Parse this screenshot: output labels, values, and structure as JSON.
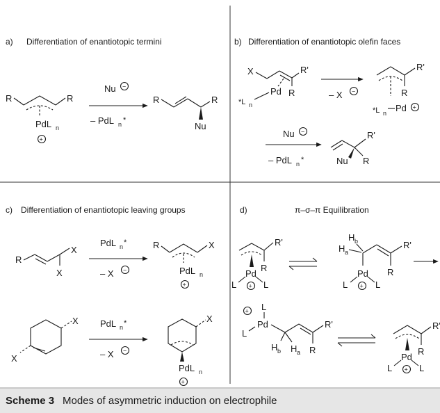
{
  "panels": {
    "a": {
      "letter": "a)",
      "title": "Differentiation of enantiotopic termini"
    },
    "b": {
      "letter": "b)",
      "title": "Differentiation of enantiotopic olefin faces"
    },
    "c": {
      "letter": "c)",
      "title": "Differentiation of enantiotopic leaving groups"
    },
    "d": {
      "letter": "d)",
      "title": "π–σ–π  Equilibration"
    }
  },
  "reagents": {
    "nu": "Nu",
    "minus_pdl": "– PdL",
    "pdl_star": "PdL",
    "minus_x": "– X"
  },
  "atoms": {
    "R": "R",
    "Rp": "R'",
    "X": "X",
    "Nu": "Nu",
    "Pd": "Pd",
    "PdL": "PdL",
    "L": "L",
    "Ln": "L",
    "n": "n",
    "star": "*",
    "starLn": "*L",
    "Ha": "H",
    "Hb": "H",
    "a": "a",
    "b": "b",
    "plus": "+",
    "minus": "−"
  },
  "caption": {
    "label": "Scheme 3",
    "text": "Modes of asymmetric induction on electrophile"
  }
}
